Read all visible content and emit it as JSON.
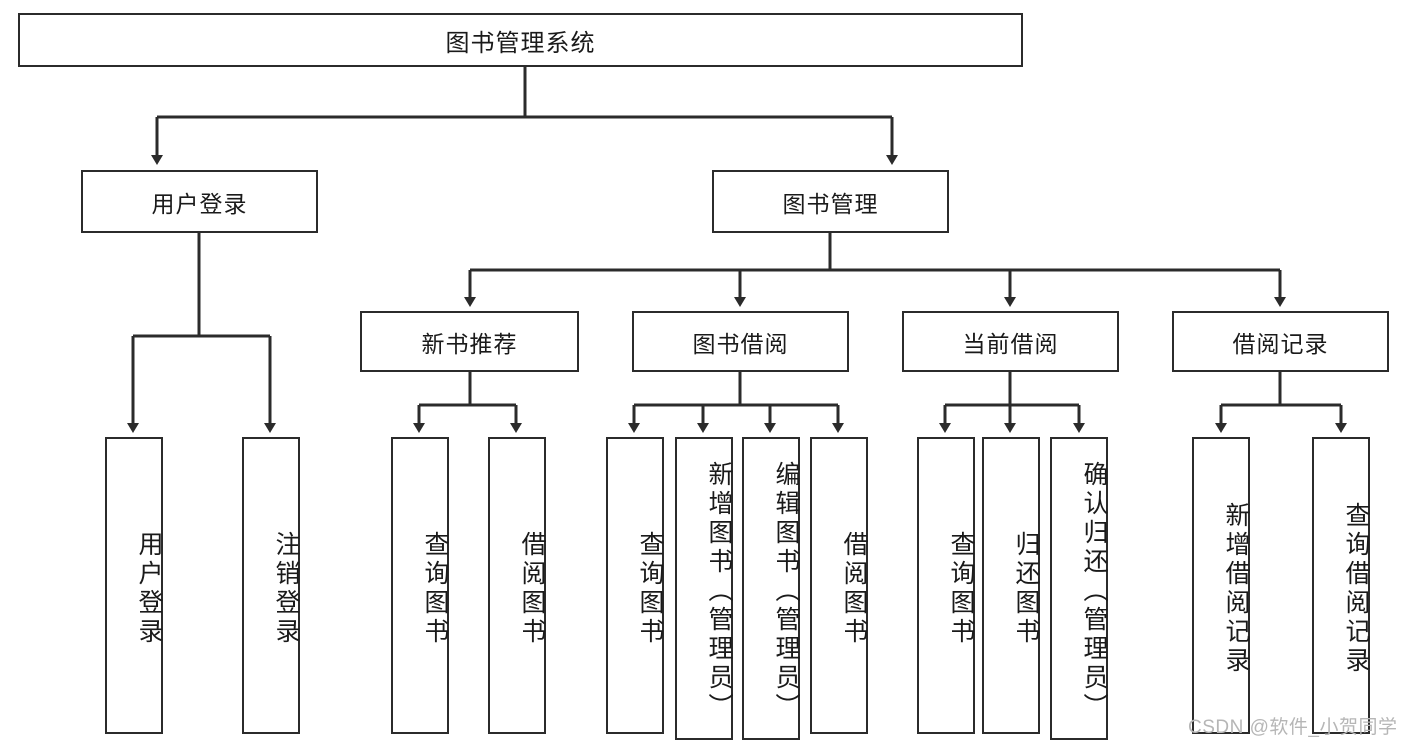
{
  "diagram": {
    "title": "图书管理系统",
    "type": "tree-hierarchy-chart",
    "root": {
      "label": "图书管理系统"
    },
    "level2": [
      {
        "label": "用户登录"
      },
      {
        "label": "图书管理"
      }
    ],
    "level3": [
      {
        "label": "新书推荐"
      },
      {
        "label": "图书借阅"
      },
      {
        "label": "当前借阅"
      },
      {
        "label": "借阅记录"
      }
    ],
    "leaves": {
      "user_login": [
        {
          "label": "用户登录"
        },
        {
          "label": "注销登录"
        }
      ],
      "new_book_recommend": [
        {
          "label": "查询图书"
        },
        {
          "label": "借阅图书"
        }
      ],
      "book_borrow": [
        {
          "label": "查询图书"
        },
        {
          "label": "新增图书（管理员）"
        },
        {
          "label": "编辑图书（管理员）"
        },
        {
          "label": "借阅图书"
        }
      ],
      "current_borrow": [
        {
          "label": "查询图书"
        },
        {
          "label": "归还图书"
        },
        {
          "label": "确认归还（管理员）"
        }
      ],
      "borrow_record": [
        {
          "label": "新增借阅记录"
        },
        {
          "label": "查询借阅记录"
        }
      ]
    }
  },
  "watermark": {
    "text": "CSDN @软件_小贺同学"
  },
  "colors": {
    "stroke": "#2b2b2b",
    "background": "#ffffff",
    "text": "#1a1a1a",
    "watermark": "#b6b6b6"
  }
}
